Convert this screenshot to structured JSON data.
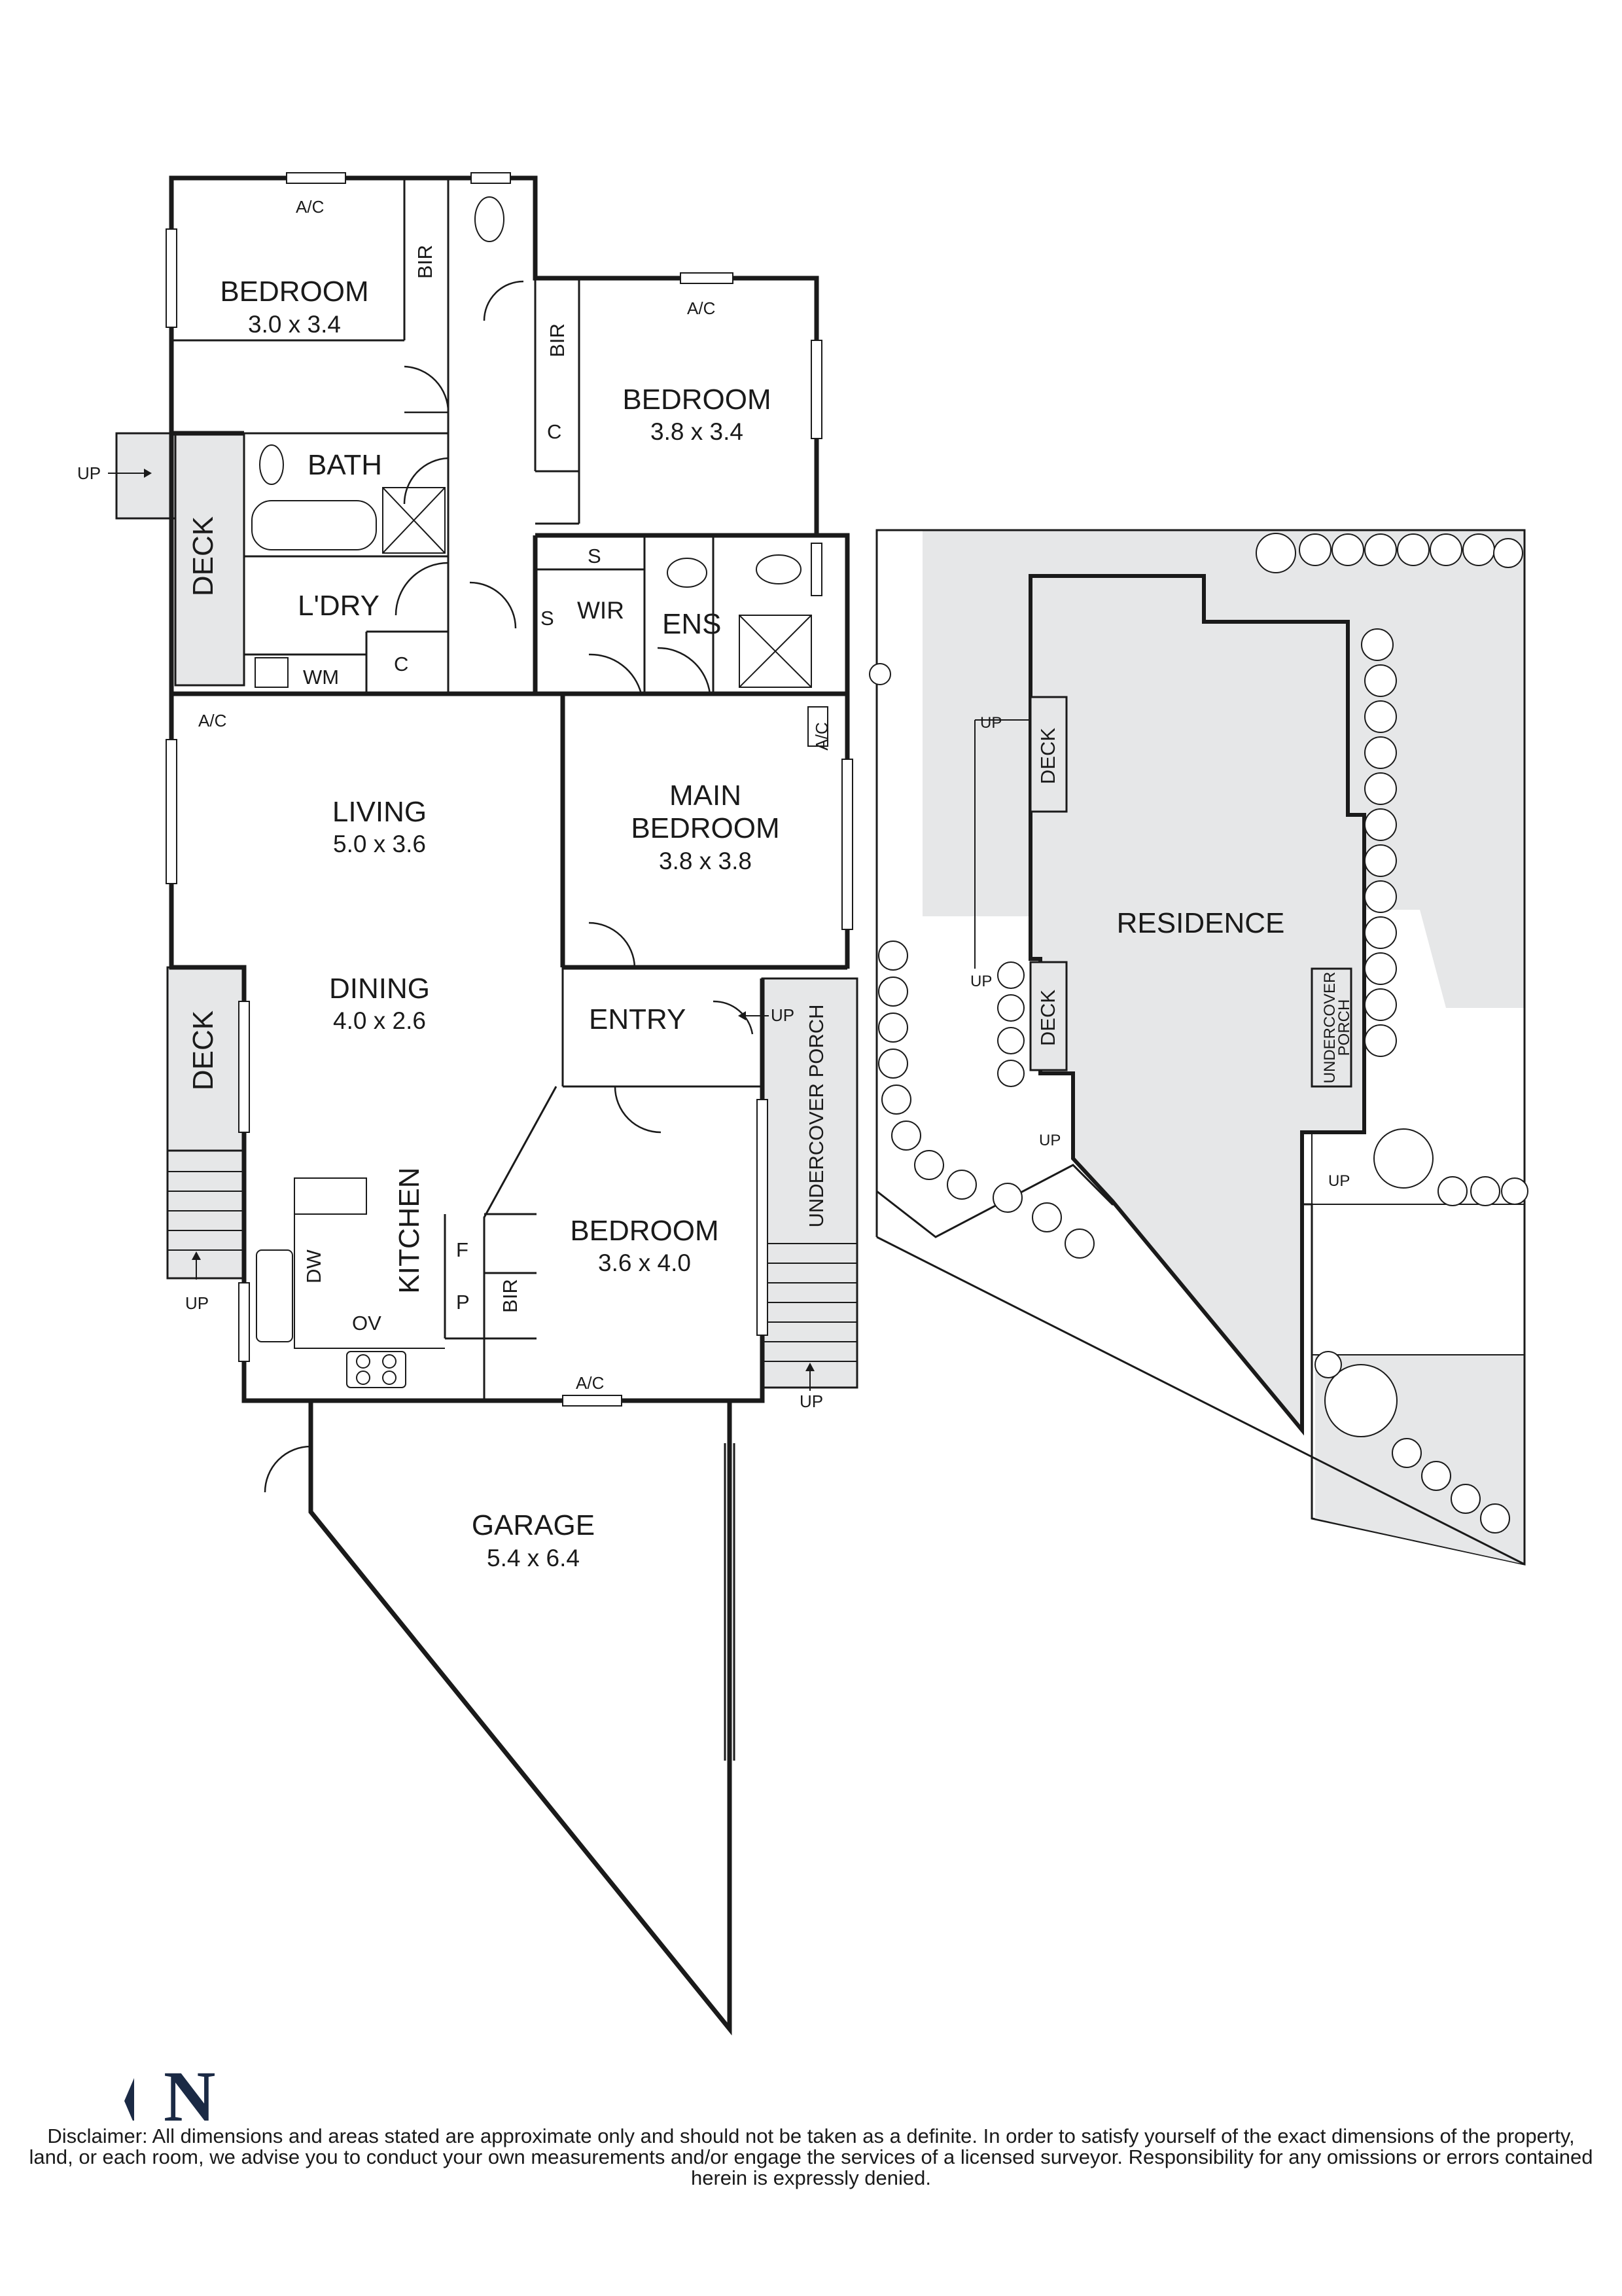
{
  "floorplan": {
    "rooms": [
      {
        "name": "BEDROOM",
        "dims": "3.0 x 3.4"
      },
      {
        "name": "BEDROOM",
        "dims": "3.8 x 3.4"
      },
      {
        "name": "LIVING",
        "dims": "5.0 x 3.6"
      },
      {
        "name": "DINING",
        "dims": "4.0 x 2.6"
      },
      {
        "name": "MAIN",
        "name2": "BEDROOM",
        "dims": "3.8 x 3.8"
      },
      {
        "name": "BEDROOM",
        "dims": "3.6 x 4.0"
      },
      {
        "name": "GARAGE",
        "dims": "5.4 x 6.4"
      }
    ],
    "labels": {
      "bath": "BATH",
      "laundry": "L'DRY",
      "ens": "ENS",
      "wir": "WIR",
      "entry": "ENTRY",
      "kitchen": "KITCHEN",
      "deck": "DECK",
      "undercover_porch": "UNDERCOVER PORCH",
      "wm": "WM",
      "dw": "DW",
      "ov": "OV",
      "f": "F",
      "p": "P",
      "c": "C",
      "s": "S",
      "bir": "BIR",
      "ac": "A/C",
      "up": "UP"
    }
  },
  "site_plan": {
    "residence": "RESIDENCE",
    "deck": "DECK",
    "undercover_line1": "UNDERCOVER",
    "undercover_line2": "PORCH",
    "up": "UP"
  },
  "compass": {
    "letter": "N"
  },
  "disclaimer": "Disclaimer: All dimensions and areas stated are approximate only and should not be taken as a definite. In order to satisfy yourself of the exact dimensions of the property, land, or each room, we advise you to conduct your own measurements and/or engage the services of a licensed surveyor. Responsibility for any omissions or errors contained herein is expressly denied."
}
